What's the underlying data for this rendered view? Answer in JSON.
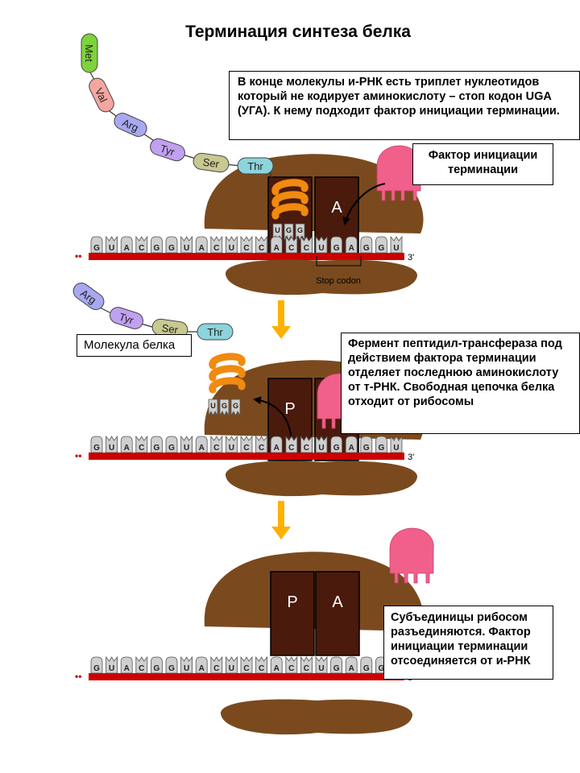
{
  "title": "Терминация синтеза белка",
  "mrna": {
    "bases": [
      "G",
      "U",
      "A",
      "C",
      "G",
      "G",
      "U",
      "A",
      "C",
      "U",
      "C",
      "C",
      "A",
      "C",
      "C",
      "U",
      "G",
      "A",
      "G",
      "G",
      "U"
    ],
    "end_label": "3'",
    "start_label": "••",
    "stop_codon_label": "Stop codon"
  },
  "chain_stage1": [
    "Met",
    "Val",
    "Arg",
    "Tyr",
    "Ser",
    "Thr"
  ],
  "chain_stage2": [
    "Arg",
    "Tyr",
    "Ser",
    "Thr"
  ],
  "trna_anticodon": [
    "U",
    "G",
    "G"
  ],
  "site_labels": {
    "a": "A",
    "p": "P"
  },
  "boxes": {
    "box1": "В конце молекулы и-РНК есть триплет нуклеотидов который не кодирует аминокислоту – стоп кодон UGA (УГА). К нему подходит фактор инициации терминации.",
    "box2": "Фактор инициации терминации",
    "box3": "Молекула белка",
    "box4": "Фермент пептидил-трансфераза под действием фактора терминации отделяет последнюю аминокислоту от т-РНК. Свободная цепочка белка отходит от рибосомы",
    "box5": "Субъединицы рибосом разъединяются. Фактор инициации терминации отсоединяется от и-РНК"
  },
  "colors": {
    "ribosome": "#7a4a1e",
    "site": "#4a1a0c",
    "mrna_strand": "#cc0000",
    "factor": "#f0608a",
    "trna": "#f08a10",
    "arrow": "#ffb000"
  },
  "amino_colors": {
    "Met": "#7ed23c",
    "Val": "#f4a6a0",
    "Arg": "#a8a8f0",
    "Tyr": "#c0a0f0",
    "Ser": "#c8c890",
    "Thr": "#8cd4dc"
  }
}
